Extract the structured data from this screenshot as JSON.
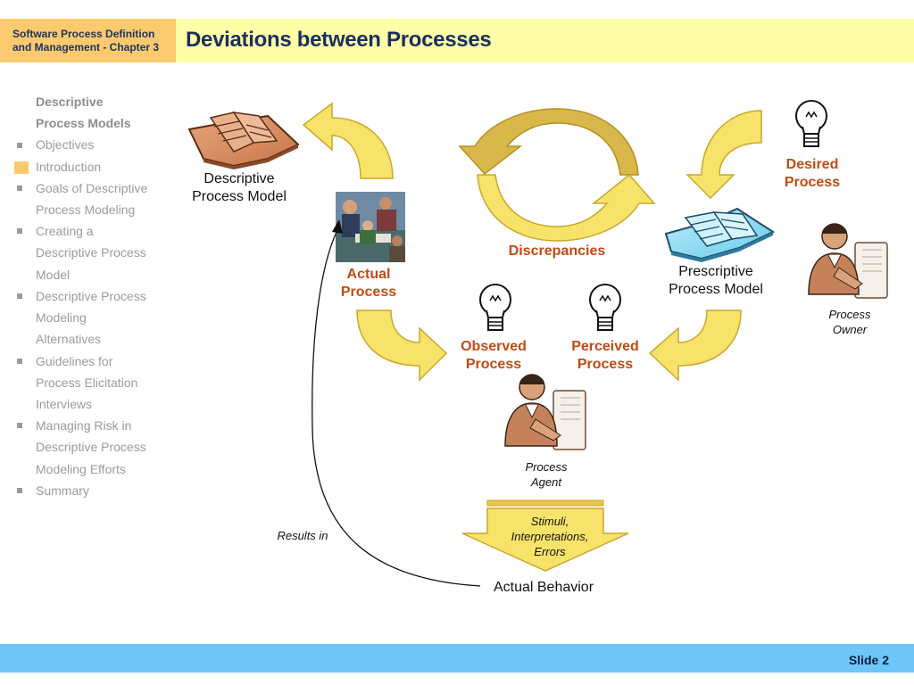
{
  "header": {
    "left_line1": "Software Process Definition",
    "left_line2": "and Management - Chapter 3",
    "title": "Deviations between Processes"
  },
  "nav": {
    "heading_line1": "Descriptive",
    "heading_line2": "Process Models",
    "items": [
      {
        "lines": [
          "Objectives"
        ]
      },
      {
        "lines": [
          "Introduction"
        ],
        "active": true
      },
      {
        "lines": [
          "Goals of Descriptive",
          "Process Modeling"
        ]
      },
      {
        "lines": [
          "Creating a",
          "Descriptive Process",
          "Model"
        ]
      },
      {
        "lines": [
          "Descriptive Process",
          "Modeling",
          "Alternatives"
        ]
      },
      {
        "lines": [
          "Guidelines for",
          "Process Elicitation",
          "Interviews"
        ]
      },
      {
        "lines": [
          "Managing Risk in",
          "Descriptive Process",
          "Modeling Efforts"
        ]
      },
      {
        "lines": [
          "Summary"
        ]
      }
    ]
  },
  "diagram": {
    "descriptive_model": [
      "Descriptive",
      "Process Model"
    ],
    "actual_process": [
      "Actual",
      "Process"
    ],
    "discrepancies": "Discrepancies",
    "desired_process": [
      "Desired",
      "Process"
    ],
    "prescriptive_model": [
      "Prescriptive",
      "Process Model"
    ],
    "process_owner": [
      "Process",
      "Owner"
    ],
    "observed_process": [
      "Observed",
      "Process"
    ],
    "perceived_process": [
      "Perceived",
      "Process"
    ],
    "process_agent": [
      "Process",
      "Agent"
    ],
    "stimuli": [
      "Stimuli,",
      "Interpretations,",
      "Errors"
    ],
    "results_in": "Results in",
    "actual_behavior": "Actual Behavior"
  },
  "footer": {
    "slide": "Slide 2"
  },
  "colors": {
    "arrow_fill": "#f8e36a",
    "arrow_stroke": "#c9a82a",
    "accent_red": "#c24a13",
    "header_band": "#ffffa8",
    "header_left": "#fbca6e",
    "footer": "#6ec6f8"
  }
}
